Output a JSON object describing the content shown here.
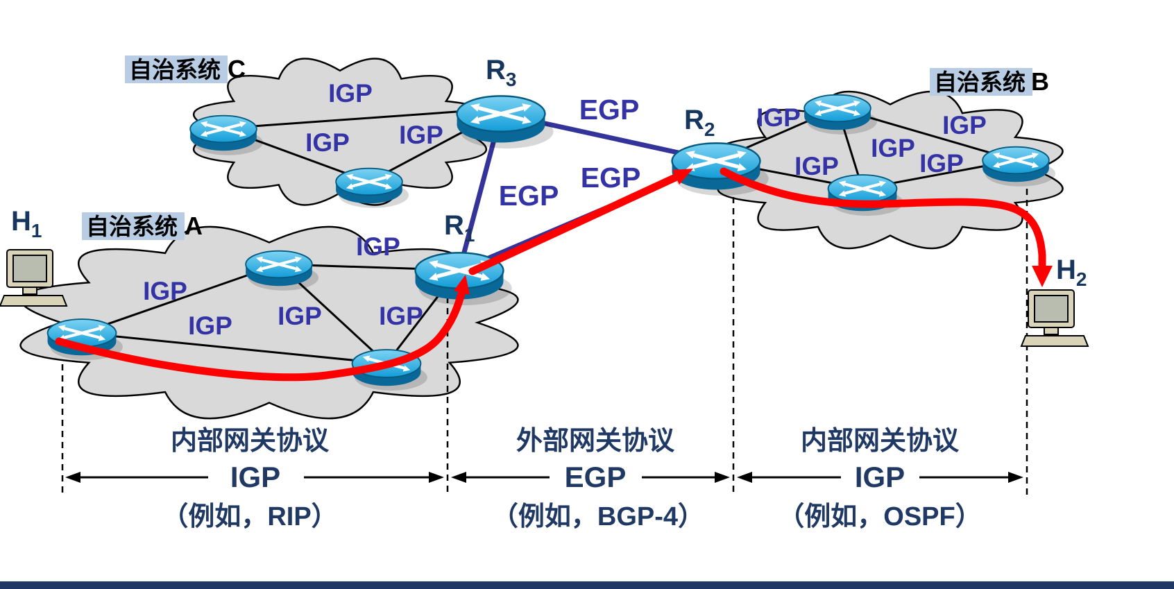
{
  "systems": {
    "c": {
      "name": "自治系统",
      "letter": "C"
    },
    "a": {
      "name": "自治系统",
      "letter": "A"
    },
    "b": {
      "name": "自治系统",
      "letter": "B"
    }
  },
  "labels": {
    "igp": "IGP",
    "egp": "EGP"
  },
  "routers": {
    "r1": {
      "base": "R",
      "sub": "1"
    },
    "r2": {
      "base": "R",
      "sub": "2"
    },
    "r3": {
      "base": "R",
      "sub": "3"
    }
  },
  "hosts": {
    "h1": {
      "base": "H",
      "sub": "1"
    },
    "h2": {
      "base": "H",
      "sub": "2"
    }
  },
  "legend": {
    "left": {
      "title": "内部网关协议",
      "protocol": "IGP",
      "example": "（例如，RIP）"
    },
    "middle": {
      "title": "外部网关协议",
      "protocol": "EGP",
      "example": "（例如，BGP-4）"
    },
    "right": {
      "title": "内部网关协议",
      "protocol": "IGP",
      "example": "（例如，OSPF）"
    }
  },
  "colors": {
    "cloud_fill": "#d9d9d9",
    "protocol_label": "#3333a6",
    "egp_line": "#333399",
    "route_path": "#ff0000",
    "legend_text": "#1f3864",
    "node_label": "#17365d",
    "highlight": "#b8cce4"
  }
}
